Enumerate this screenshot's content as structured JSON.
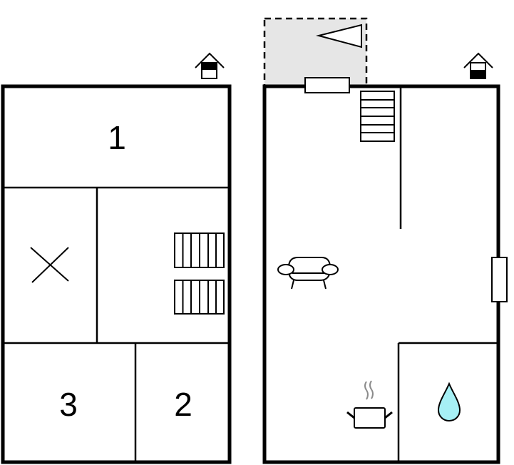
{
  "plans": [
    {
      "id": "floor-left",
      "entrance_icon": "house-entrance-icon",
      "rooms": [
        {
          "label": "1",
          "type": "bedroom"
        },
        {
          "label": "",
          "type": "open-space-x"
        },
        {
          "label": "",
          "type": "stairs-landing"
        },
        {
          "label": "3",
          "type": "bedroom"
        },
        {
          "label": "2",
          "type": "bedroom"
        }
      ],
      "symbols": [
        "x-mark-icon",
        "stairs-icon",
        "stairs-icon"
      ]
    },
    {
      "id": "floor-right",
      "entrance_icon": "house-entrance-icon",
      "rooms": [
        {
          "label": "",
          "type": "terrace"
        },
        {
          "label": "",
          "type": "living-room"
        },
        {
          "label": "",
          "type": "kitchen"
        },
        {
          "label": "",
          "type": "bathroom"
        }
      ],
      "symbols": [
        "triangle-direction-icon",
        "door-icon",
        "stairs-icon",
        "sofa-icon",
        "window-icon",
        "cooking-pot-icon",
        "water-drop-icon"
      ]
    }
  ],
  "labels": {
    "room_1": "1",
    "room_2": "2",
    "room_3": "3"
  },
  "colors": {
    "wall": "#000000",
    "terrace_fill": "#e6e6e6",
    "water_drop": "#a6f0f5",
    "steam": "#8c8c8c"
  }
}
